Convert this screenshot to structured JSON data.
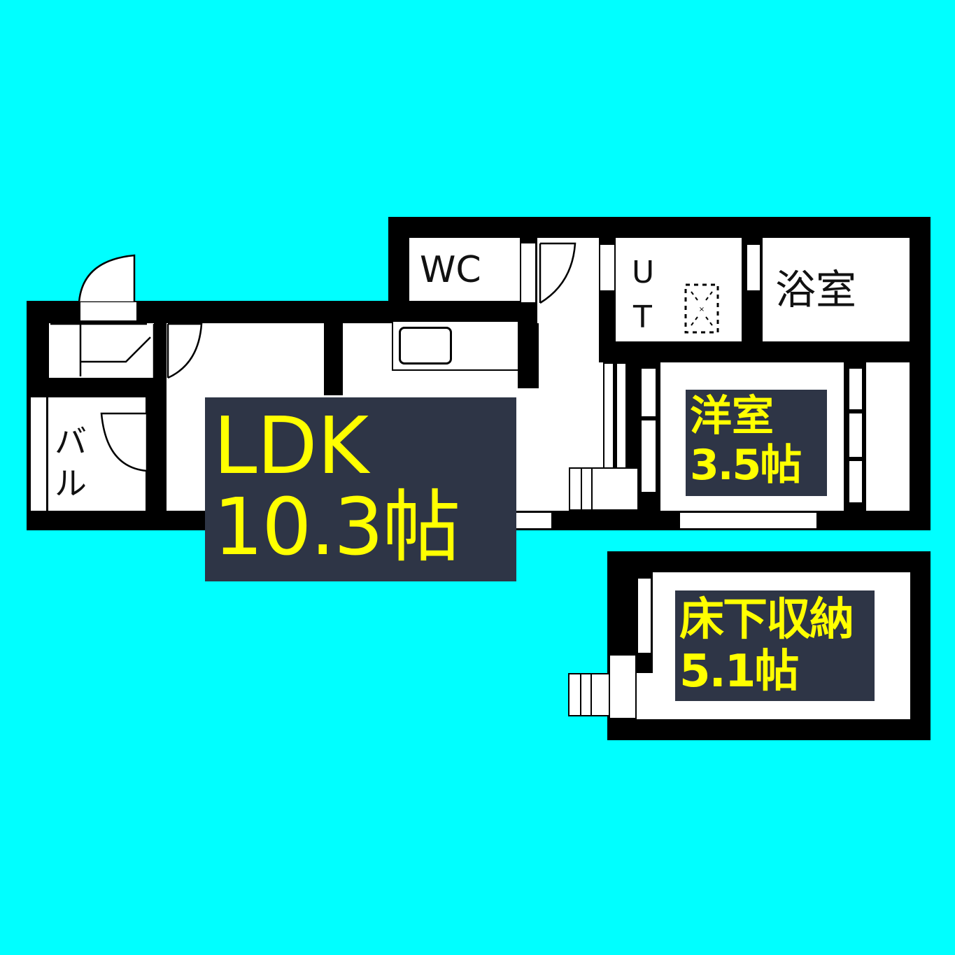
{
  "floor_plan": {
    "background_color": "#00FFFF",
    "label_box_color": "#2E3546",
    "label_text_color": "#FFFF00",
    "rooms": {
      "ldk": {
        "name": "LDK",
        "size": "10.3帖"
      },
      "western_room": {
        "name": "洋室",
        "size": "3.5帖"
      },
      "underfloor_storage": {
        "name": "床下収納",
        "size": "5.1帖"
      },
      "wc": {
        "name": "WC"
      },
      "utility": {
        "name_line1": "U",
        "name_line2": "T"
      },
      "bathroom": {
        "name": "浴室"
      },
      "balcony": {
        "name_line1": "バ",
        "name_line2": "ル"
      }
    }
  }
}
